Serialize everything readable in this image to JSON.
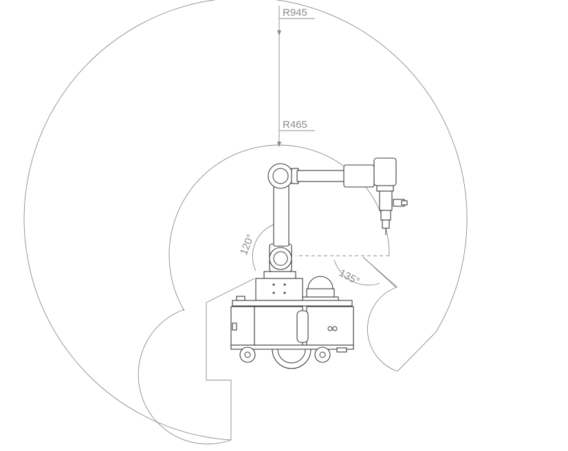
{
  "dimensions": {
    "outer_radius_label": "R945",
    "inner_radius_label": "R465"
  },
  "angles": {
    "shoulder_label": "120°",
    "base_label": "135°"
  },
  "colors": {
    "line": "#8a8a8a",
    "part": "#3a3a3a",
    "background": "#ffffff"
  }
}
